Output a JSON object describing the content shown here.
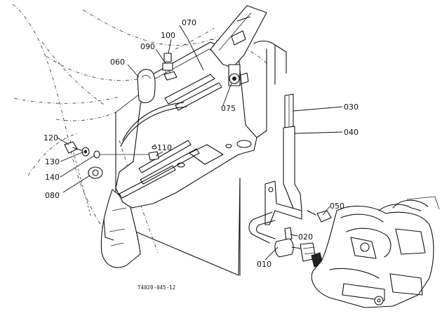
{
  "diagram": {
    "part_labels": {
      "p010": "010",
      "p020": "020",
      "p030": "030",
      "p040": "040",
      "p050": "050",
      "p060": "060",
      "p070": "070",
      "p075": "075",
      "p080": "080",
      "p090": "090",
      "p100": "100",
      "p110": "110",
      "p120": "120",
      "p130": "130",
      "p140": "140"
    },
    "figure_code": "T4020-045-12"
  }
}
